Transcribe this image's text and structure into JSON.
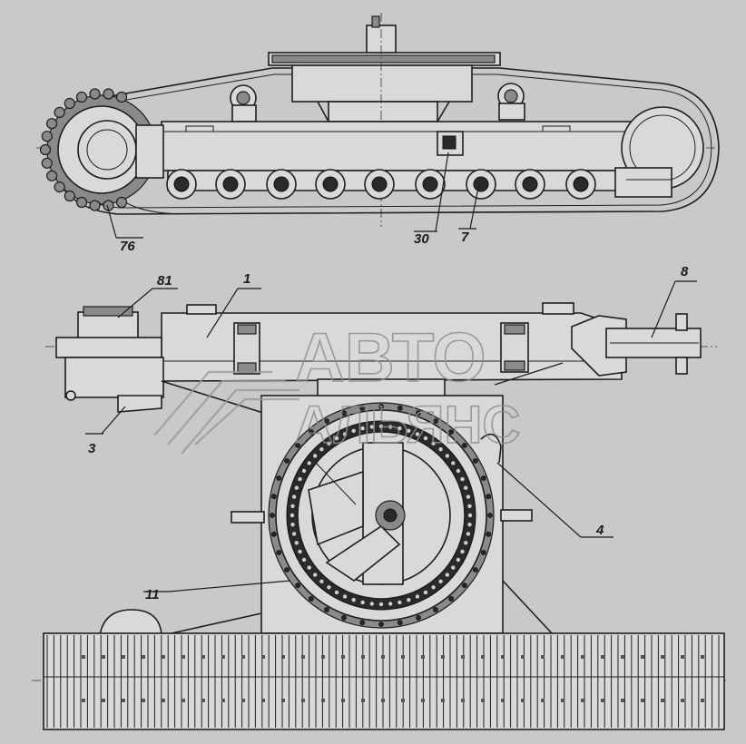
{
  "drawing": {
    "callouts": [
      {
        "id": "c76",
        "label": "76"
      },
      {
        "id": "c30",
        "label": "30"
      },
      {
        "id": "c7",
        "label": "7"
      },
      {
        "id": "c81",
        "label": "81"
      },
      {
        "id": "c1",
        "label": "1"
      },
      {
        "id": "c8",
        "label": "8"
      },
      {
        "id": "c3",
        "label": "3"
      },
      {
        "id": "c4",
        "label": "4"
      },
      {
        "id": "c11",
        "label": "11"
      }
    ]
  },
  "watermark": {
    "line1": "АВТО",
    "line2": "АЛЬЯНС"
  },
  "colors": {
    "background": "#c9c9c9",
    "line": "#1e1e1e",
    "watermark": "#8e8e8e"
  }
}
